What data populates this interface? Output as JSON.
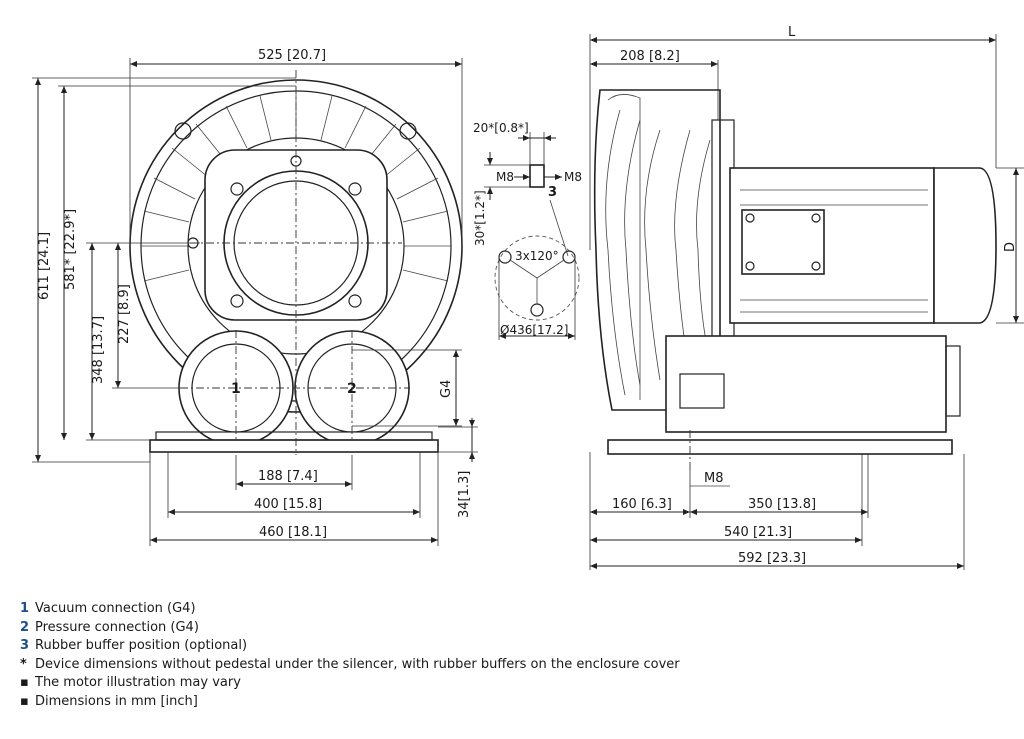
{
  "dimensions": {
    "front_width": "525 [20.7]",
    "front_h611": "611 [24.1]",
    "front_h581": "581* [22.9*]",
    "front_h348": "348 [13.7]",
    "front_h227": "227 [8.9]",
    "front_g4": "G4",
    "front_188": "188 [7.4]",
    "front_400": "400 [15.8]",
    "front_460": "460 [18.1]",
    "front_34": "34[1.3]",
    "side_L": "L",
    "side_208": "208 [8.2]",
    "side_D": "D",
    "side_m8": "M8",
    "side_160": "160 [6.3]",
    "side_350": "350 [13.8]",
    "side_540": "540 [21.3]",
    "side_592": "592 [23.3]"
  },
  "detail": {
    "d20": "20*[0.8*]",
    "m8_left": "M8",
    "m8_right": "M8",
    "d30": "30*[1.2*]",
    "angle": "3x120°",
    "diameter": "Ø436[17.2]",
    "callout": "3"
  },
  "callouts": {
    "one": "1",
    "two": "2"
  },
  "legend": {
    "items": [
      {
        "marker": "1",
        "text": "Vacuum connection (G4)"
      },
      {
        "marker": "2",
        "text": "Pressure connection (G4)"
      },
      {
        "marker": "3",
        "text": "Rubber buffer position (optional)"
      },
      {
        "marker": "*",
        "text": "Device dimensions without pedestal under the silencer, with rubber buffers on the enclosure cover"
      },
      {
        "marker": "▪",
        "text": "The motor illustration may vary"
      },
      {
        "marker": "▪",
        "text": "Dimensions in mm [inch]"
      }
    ]
  },
  "colors": {
    "accent": "#1f4e8c",
    "line": "#222222"
  }
}
